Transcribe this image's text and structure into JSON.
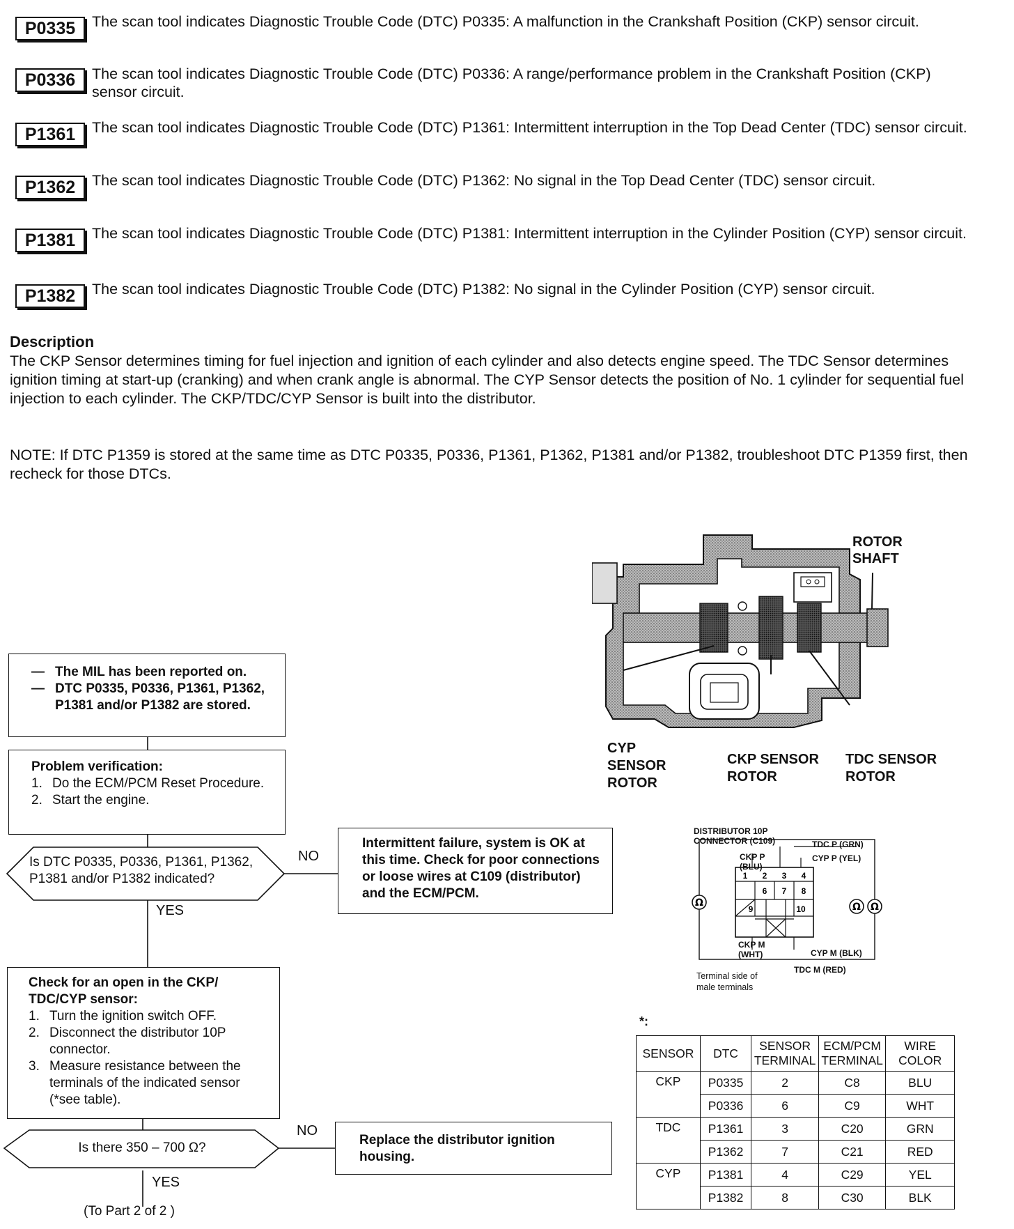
{
  "dtc_list": [
    {
      "code": "P0335",
      "text": "The scan tool indicates Diagnostic Trouble Code (DTC) P0335: A malfunction in the Crankshaft Position (CKP) sensor circuit."
    },
    {
      "code": "P0336",
      "text": "The scan tool indicates Diagnostic Trouble Code (DTC) P0336: A range/performance problem in the Crankshaft Position (CKP) sensor circuit."
    },
    {
      "code": "P1361",
      "text": "The scan tool indicates Diagnostic Trouble Code (DTC) P1361: Intermittent interruption in the Top Dead Center (TDC) sensor circuit."
    },
    {
      "code": "P1362",
      "text": "The scan tool indicates Diagnostic Trouble Code (DTC) P1362: No signal in the Top Dead Center (TDC) sensor circuit."
    },
    {
      "code": "P1381",
      "text": "The scan tool indicates Diagnostic Trouble Code (DTC) P1381: Intermittent interruption in the Cylinder Position (CYP) sensor circuit."
    },
    {
      "code": "P1382",
      "text": "The scan tool indicates Diagnostic Trouble Code (DTC) P1382: No signal in the Cylinder Position (CYP) sensor circuit."
    }
  ],
  "description": {
    "heading": "Description",
    "text": "The CKP Sensor determines timing for fuel injection and ignition of each cylinder and also detects engine speed. The TDC Sensor determines ignition timing at start-up (cranking) and when crank angle is abnormal. The CYP Sensor detects the position of No. 1 cylinder for sequential fuel injection to each cylinder. The CKP/TDC/CYP Sensor is built into the distributor."
  },
  "note": "NOTE:  If DTC P1359 is stored at the same time as DTC P0335, P0336, P1361, P1362, P1381 and/or P1382, troubleshoot DTC P1359 first, then recheck for those DTCs.",
  "diagram_labels": {
    "rotor_shaft_1": "ROTOR",
    "rotor_shaft_2": "SHAFT",
    "cyp_1": "CYP",
    "cyp_2": "SENSOR",
    "cyp_3": "ROTOR",
    "ckp_1": "CKP SENSOR",
    "ckp_2": "ROTOR",
    "tdc_1": "TDC SENSOR",
    "tdc_2": "ROTOR"
  },
  "connector": {
    "title_1": "DISTRIBUTOR 10P",
    "title_2": "CONNECTOR (C109)",
    "tdc_p": "TDC P (GRN)",
    "ckp_p_1": "CKP P",
    "ckp_p_2": "(BLU)",
    "cyp_p": "CYP P (YEL)",
    "ckp_m_1": "CKP M",
    "ckp_m_2": "(WHT)",
    "cyp_m": "CYP M (BLK)",
    "tdc_m": "TDC M (RED)",
    "terminal_1": "Terminal side of",
    "terminal_2": "male terminals",
    "ohm": "Ω",
    "pins": [
      "1",
      "2",
      "3",
      "4",
      "6",
      "7",
      "8",
      "9",
      "10"
    ]
  },
  "flow": {
    "start_1": "The MIL has been reported on.",
    "start_2": "DTC P0335, P0336, P1361, P1362, P1381 and/or P1382 are stored.",
    "dash": "—",
    "verify_title": "Problem verification:",
    "verify_steps": [
      "Do the ECM/PCM Reset Procedure.",
      "Start the engine."
    ],
    "decision_1": "Is DTC P0335, P0336, P1361, P1362, P1381 and/or P1382 indicated?",
    "no_1": "NO",
    "intermittent": "Intermittent failure, system is OK at this time. Check for poor connections or loose wires at C109 (distributor) and the ECM/PCM.",
    "yes_1": "YES",
    "check_title": "Check for an open in the CKP/ TDC/CYP sensor:",
    "check_steps": [
      "Turn the ignition switch OFF.",
      "Disconnect the distributor 10P connector.",
      "Measure resistance between the terminals of the indicated sensor (*see table)."
    ],
    "decision_2": "Is there 350 – 700 Ω?",
    "no_2": "NO",
    "replace": "Replace the distributor ignition housing.",
    "yes_2": "YES",
    "to_part": "(To Part 2 of 2 )"
  },
  "table": {
    "star": "*:",
    "headers": [
      "SENSOR",
      "DTC",
      "SENSOR TERMINAL",
      "ECM/PCM TERMINAL",
      "WIRE COLOR"
    ],
    "rows": [
      [
        "CKP",
        "P0335",
        "2",
        "C8",
        "BLU"
      ],
      [
        "",
        "P0336",
        "6",
        "C9",
        "WHT"
      ],
      [
        "TDC",
        "P1361",
        "3",
        "C20",
        "GRN"
      ],
      [
        "",
        "P1362",
        "7",
        "C21",
        "RED"
      ],
      [
        "CYP",
        "P1381",
        "4",
        "C29",
        "YEL"
      ],
      [
        "",
        "P1382",
        "8",
        "C30",
        "BLK"
      ]
    ]
  }
}
